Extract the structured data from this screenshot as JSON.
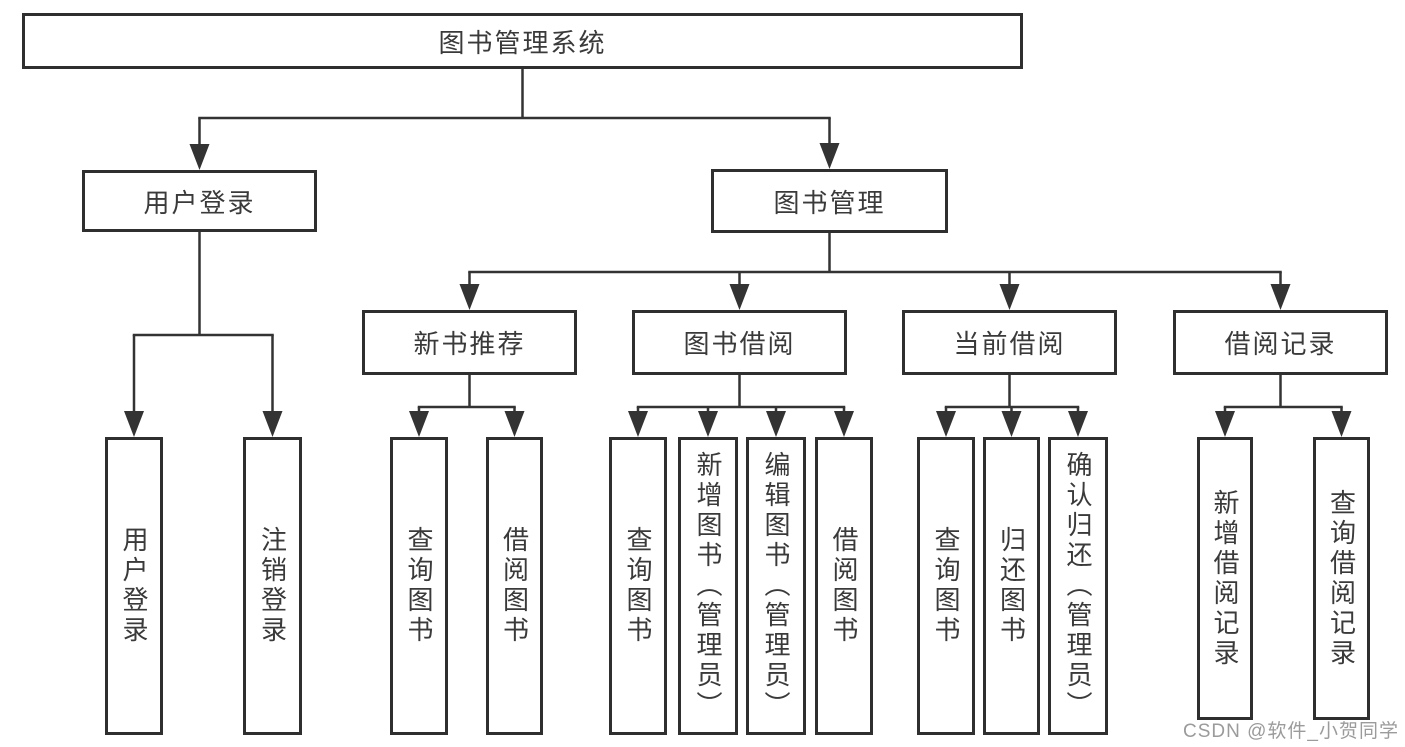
{
  "diagram": {
    "root": "图书管理系统",
    "level2": [
      "用户登录",
      "图书管理"
    ],
    "level3": [
      "新书推荐",
      "图书借阅",
      "当前借阅",
      "借阅记录"
    ],
    "leaf_groups": [
      [
        "用户登录",
        "注销登录"
      ],
      [
        "查询图书",
        "借阅图书"
      ],
      [
        "查询图书",
        "新增图书（管理员）",
        "编辑图书（管理员）",
        "借阅图书"
      ],
      [
        "查询图书",
        "归还图书",
        "确认归还（管理员）"
      ],
      [
        "新增借阅记录",
        "查询借阅记录"
      ]
    ]
  },
  "watermark": "CSDN @软件_小贺同学",
  "colors": {
    "line": "#333333",
    "box_border": "#2f2f2f",
    "text": "#3a3a3a",
    "background": "#ffffff",
    "watermark": "#9b9b9b"
  }
}
